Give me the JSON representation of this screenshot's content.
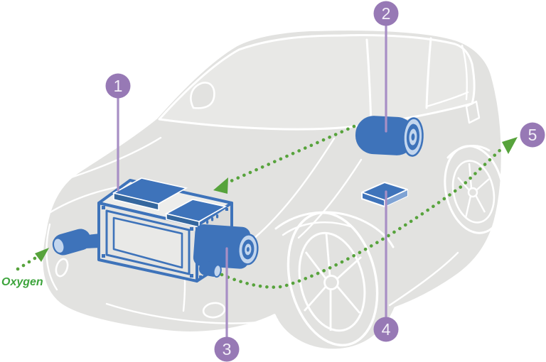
{
  "diagram": {
    "oxygen_label": "Oxygen",
    "callouts": [
      {
        "number": "1"
      },
      {
        "number": "2"
      },
      {
        "number": "3"
      },
      {
        "number": "4"
      },
      {
        "number": "5"
      }
    ],
    "colors": {
      "component_blue": "#3e73ba",
      "component_blue_light": "#c3d6ee",
      "car_gray": "#e2e2e0",
      "glass_gray": "#e8e8e6",
      "outline_white": "#ffffff",
      "flow_green": "#57a33c",
      "oxygen_text_green": "#3da43c",
      "callout_circle_purple": "#9779b5",
      "callout_line_purple": "#a88fc5",
      "callout_number_color": "#f3eff8"
    }
  }
}
